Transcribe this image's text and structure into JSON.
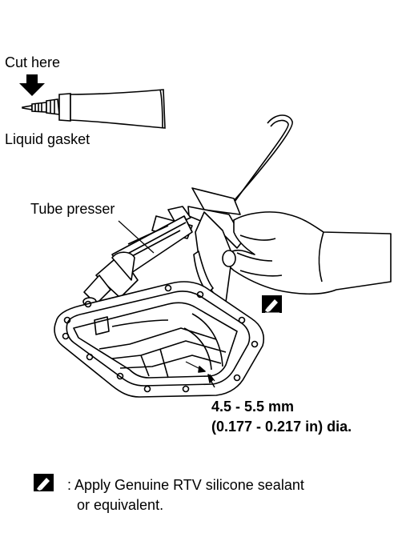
{
  "labels": {
    "cut_here": "Cut here",
    "liquid_gasket": "Liquid gasket",
    "tube_presser": "Tube presser",
    "dimension_metric": "4.5 - 5.5 mm",
    "dimension_imperial": "(0.177 - 0.217 in) dia."
  },
  "legend": {
    "line1": ": Apply Genuine RTV silicone sealant",
    "line2": "or equivalent."
  },
  "icons": {
    "sealant_symbol": "sealant-pen-icon",
    "arrow": "down-arrow-icon"
  }
}
